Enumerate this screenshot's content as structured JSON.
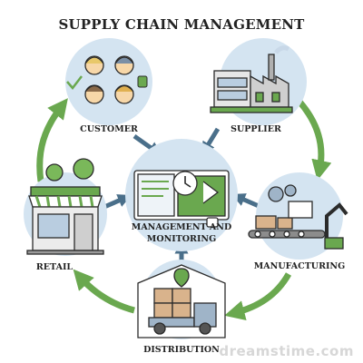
{
  "title": "SUPPLY CHAIN MANAGEMENT",
  "nodes": {
    "customer": "CUSTOMER",
    "supplier": "SUPPLIER",
    "center_line1": "MANAGEMENT AND",
    "center_line2": "MONITORING",
    "manufacturing": "MANUFACTURING",
    "distribution": "DISTRIBUTION",
    "retail": "RETAIL"
  },
  "watermark": "dreamstime.com",
  "colors": {
    "cycle_arrow": "#6aa84f",
    "flow_arrow": "#4a6f8a",
    "circle_bg": "#d4e4f1",
    "outline": "#2b2b2b"
  }
}
